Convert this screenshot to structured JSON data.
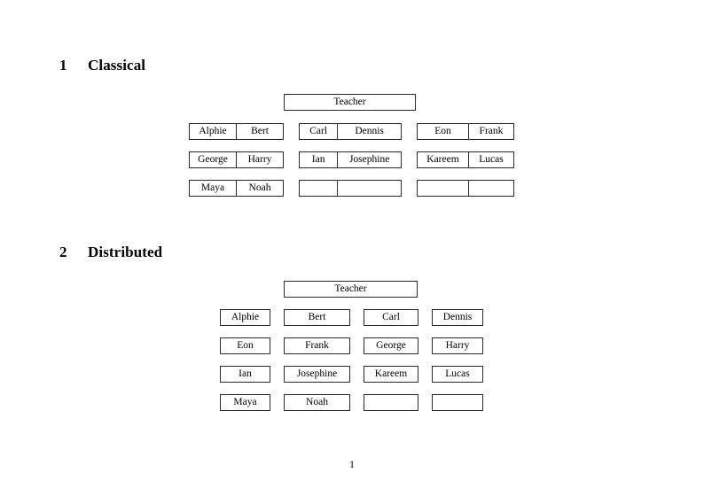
{
  "document": {
    "page_number": "1",
    "background_color": "#ffffff",
    "text_color": "#000000",
    "border_color": "#2b2b2b"
  },
  "sections": [
    {
      "number": "1",
      "title": "Classical",
      "teacher": {
        "label": "Teacher"
      },
      "layout": "grouped-pairs",
      "groups": [
        {
          "name": "group-left",
          "rows": [
            {
              "cells": [
                "Alphie",
                "Bert"
              ]
            },
            {
              "cells": [
                "George",
                "Harry"
              ]
            },
            {
              "cells": [
                "Maya",
                "Noah"
              ]
            }
          ]
        },
        {
          "name": "group-middle",
          "rows": [
            {
              "cells": [
                "Carl",
                "Dennis"
              ]
            },
            {
              "cells": [
                "Ian",
                "Josephine"
              ]
            },
            {
              "cells": [
                "",
                ""
              ]
            }
          ]
        },
        {
          "name": "group-right",
          "rows": [
            {
              "cells": [
                "Eon",
                "Frank"
              ]
            },
            {
              "cells": [
                "Kareem",
                "Lucas"
              ]
            },
            {
              "cells": [
                "",
                ""
              ]
            }
          ]
        }
      ]
    },
    {
      "number": "2",
      "title": "Distributed",
      "teacher": {
        "label": "Teacher"
      },
      "layout": "separate-boxes",
      "rows": [
        {
          "cells": [
            "Alphie",
            "Bert",
            "Carl",
            "Dennis"
          ]
        },
        {
          "cells": [
            "Eon",
            "Frank",
            "George",
            "Harry"
          ]
        },
        {
          "cells": [
            "Ian",
            "Josephine",
            "Kareem",
            "Lucas"
          ]
        },
        {
          "cells": [
            "Maya",
            "Noah",
            "",
            ""
          ]
        }
      ]
    }
  ]
}
